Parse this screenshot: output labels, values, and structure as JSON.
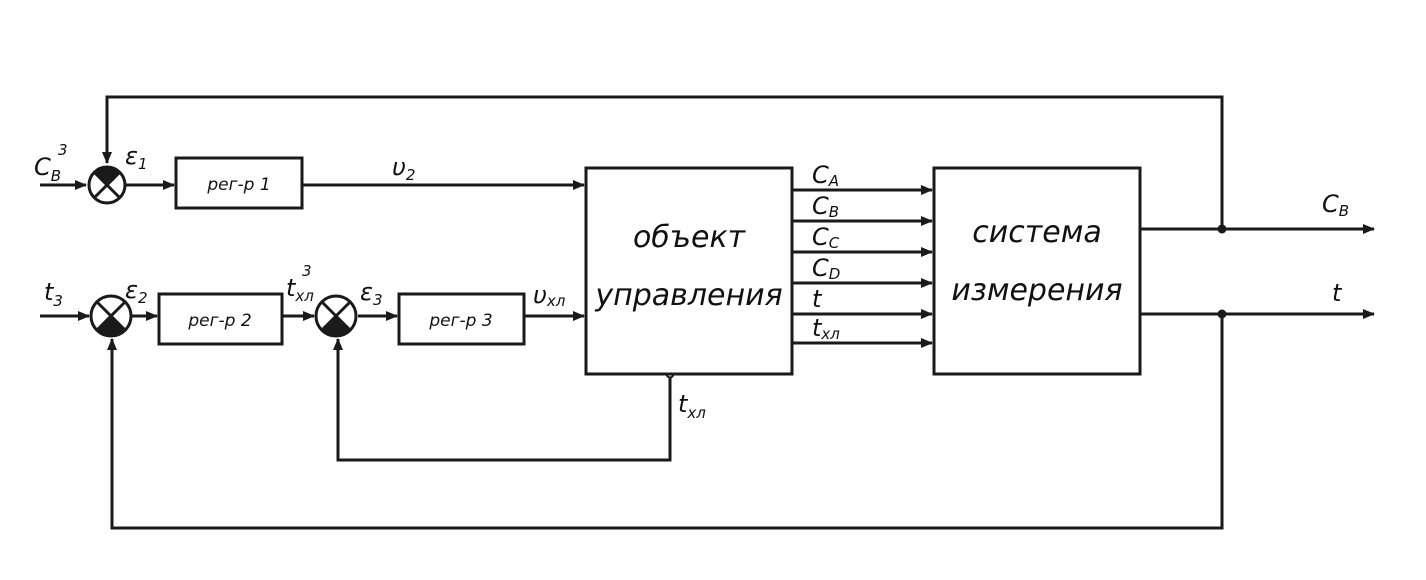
{
  "blocks": {
    "reg1": "рег-р 1",
    "reg2": "рег-р 2",
    "reg3": "рег-р 3",
    "object_line1": "объект",
    "object_line2": "управления",
    "measure_line1": "система",
    "measure_line2": "измерения"
  },
  "signals": {
    "cb_setpoint": {
      "main": "C",
      "sub": "B",
      "sup": "3"
    },
    "t_setpoint": {
      "main": "t",
      "sub": "3"
    },
    "txl_setpoint": {
      "main": "t",
      "sub": "хл",
      "sup": "3"
    },
    "eps1": {
      "main": "ε",
      "sub": "1"
    },
    "eps2": {
      "main": "ε",
      "sub": "2"
    },
    "eps3": {
      "main": "ε",
      "sub": "3"
    },
    "v2": {
      "main": "υ",
      "sub": "2"
    },
    "vxl": {
      "main": "υ",
      "sub": "хл"
    },
    "txl_feedback": {
      "main": "t",
      "sub": "хл"
    },
    "outputs": [
      {
        "main": "C",
        "sub": "A"
      },
      {
        "main": "C",
        "sub": "B"
      },
      {
        "main": "C",
        "sub": "C"
      },
      {
        "main": "C",
        "sub": "D"
      },
      {
        "main": "t",
        "sub": ""
      },
      {
        "main": "t",
        "sub": "хл"
      }
    ],
    "cb_out": {
      "main": "C",
      "sub": "B"
    },
    "t_out": {
      "main": "t"
    }
  }
}
